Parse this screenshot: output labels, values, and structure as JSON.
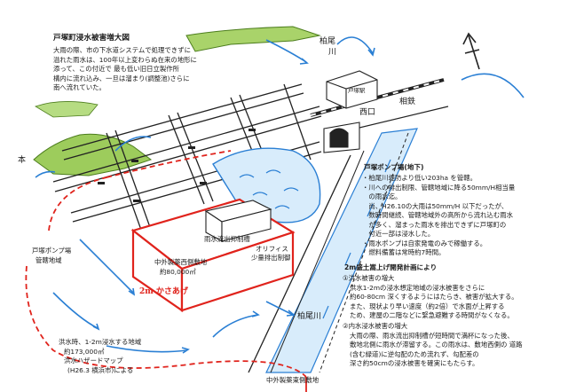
{
  "title": "戸塚町浸水被害増大図",
  "intro": [
    "大雨の際、市の下水道システムで処理できずに",
    "溢れた雨水は、100年以上変わらぬ在来の地形に",
    "添って、この付近で 最も低い旧日立製作所",
    "構内に流れ込み、一旦は溜まり(調整池)さらに",
    "南へ流れていた。"
  ],
  "map_labels": {
    "ryuo": "柏尾",
    "ryuo2": "川",
    "nishiguchi": "西口",
    "soutetsu": "相鉄",
    "hon": "本",
    "station": "戸塚駅",
    "kashio_gawa": "柏尾川",
    "chousei": "雨水流出抑制槽",
    "orifice": "オリフィス",
    "orifice2": "少量排出制御",
    "site": "中外製薬西側敷地",
    "site_area": "約80,000㎡",
    "kasaage": "2m かさあげ",
    "pump_area": "戸塚ポンプ場",
    "pump_area2": "管轄地域",
    "flood_area": "洪水時、1-2m浸水する地域",
    "flood_area2": "約173,000㎡",
    "hazard": "洪水ハザードマップ",
    "hazard2": "(H26.3 横浜市)による",
    "east_site": "中外製薬東側敷地"
  },
  "pump": {
    "heading": "戸塚ポンプ場(地下)",
    "lines": [
      "・柏尾川堤防より低い203ha を管轄。",
      "・川への排出制限、管轄地域に降る50mm/H相当量",
      "　の雨水迄。",
      "　尚、H26.10の大雨は50mm/H 以下だったが、",
      "　数時間継続、管轄地域外の高所から流れ込む雨水",
      "　が多く、溜まった雨水を排出できずに戸塚町の",
      "　付近一部は浸水した。",
      "・雨水ポンプは自家発電のみで稼働する。",
      "　燃料備蓄は常時約7時間。"
    ]
  },
  "plan": {
    "heading": "2m盛土嵩上げ開発計画により",
    "sections": [
      {
        "title": "①洪水被害の増大",
        "lines": [
          "洪水1-2mの浸水想定地域の浸水被害をさらに",
          "約60-80cm 深くするようにはたらき、被害が拡大する。",
          "また、現状より早い速度（約2倍）で水面が上昇する",
          "ため、建屋の二階などに緊急避難する時間がなくなる。"
        ]
      },
      {
        "title": "②内水浸水被害の増大",
        "lines": [
          "大雨の際、雨水流出抑制槽が短時間で満杯になった後、",
          "敷地北側に雨水が滞留する。この雨水は、敷地西側の 道路",
          "(含む緑道)に逆勾配のため流れず、勾配差の",
          "深さ約50cmの浸水被害を確実にもたらす。"
        ]
      }
    ]
  },
  "colors": {
    "red": "#e0231c",
    "blue": "#2a7fd4",
    "water": "#d8ecfb",
    "green": "#8cc63f"
  }
}
